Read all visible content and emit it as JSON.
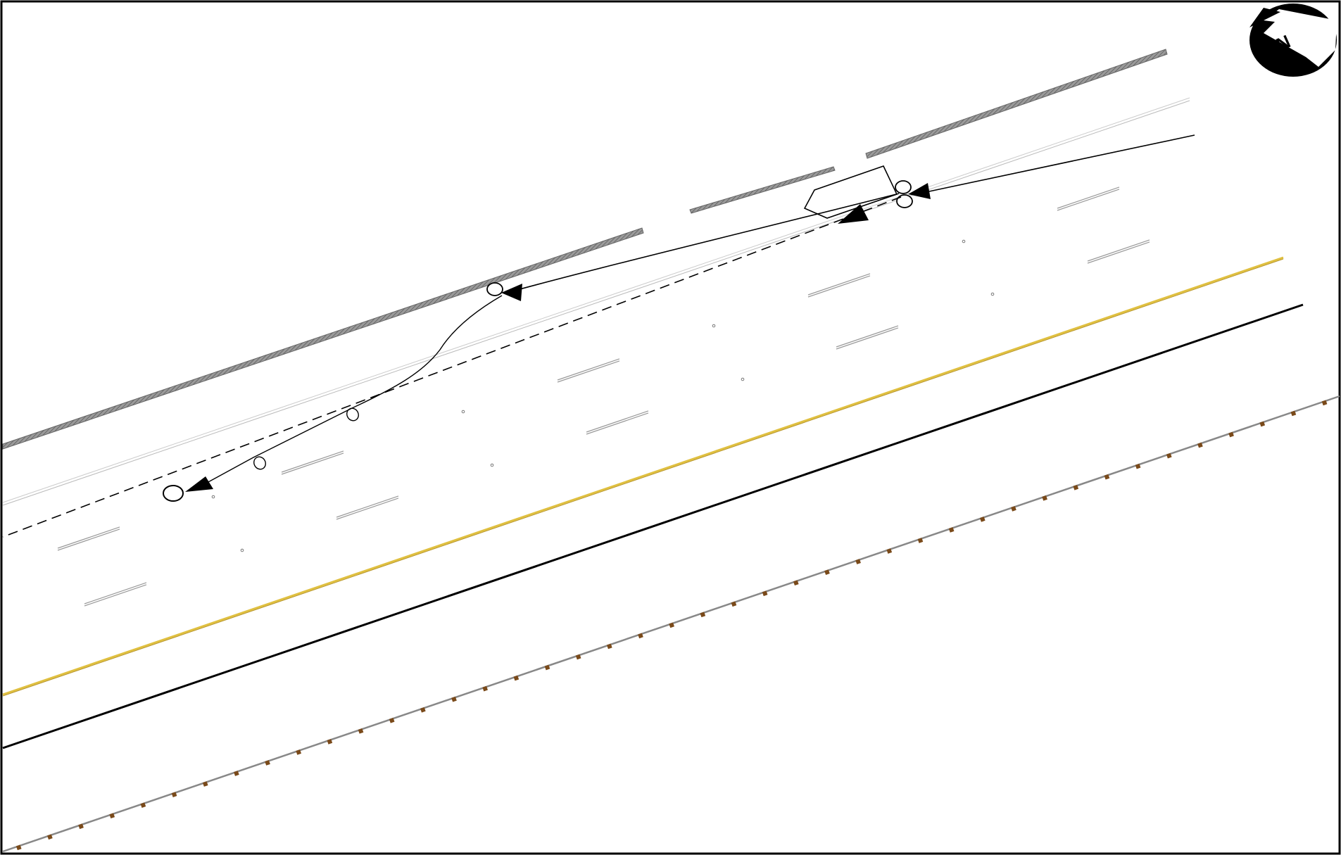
{
  "diagram": {
    "type": "accident-scene-sketch",
    "compass": {
      "label": "N",
      "icon": "north-arrow-icon"
    },
    "colors": {
      "background": "#ffffff",
      "border": "#000000",
      "barrier": "#8a8a8a",
      "center_line": "#e0c040",
      "edge_line": "#000000",
      "fence": "#888888",
      "fence_post": "#7a4a1a",
      "lane_dash": "#9a9a9a",
      "path": "#000000"
    },
    "elements": {
      "vehicle": "vehicle-outline",
      "paths": [
        "pre-impact-path",
        "post-impact-trajectory",
        "dashed-trajectory"
      ],
      "markers": [
        "impact-point-marker",
        "roll-marker",
        "final-rest-marker"
      ]
    }
  }
}
